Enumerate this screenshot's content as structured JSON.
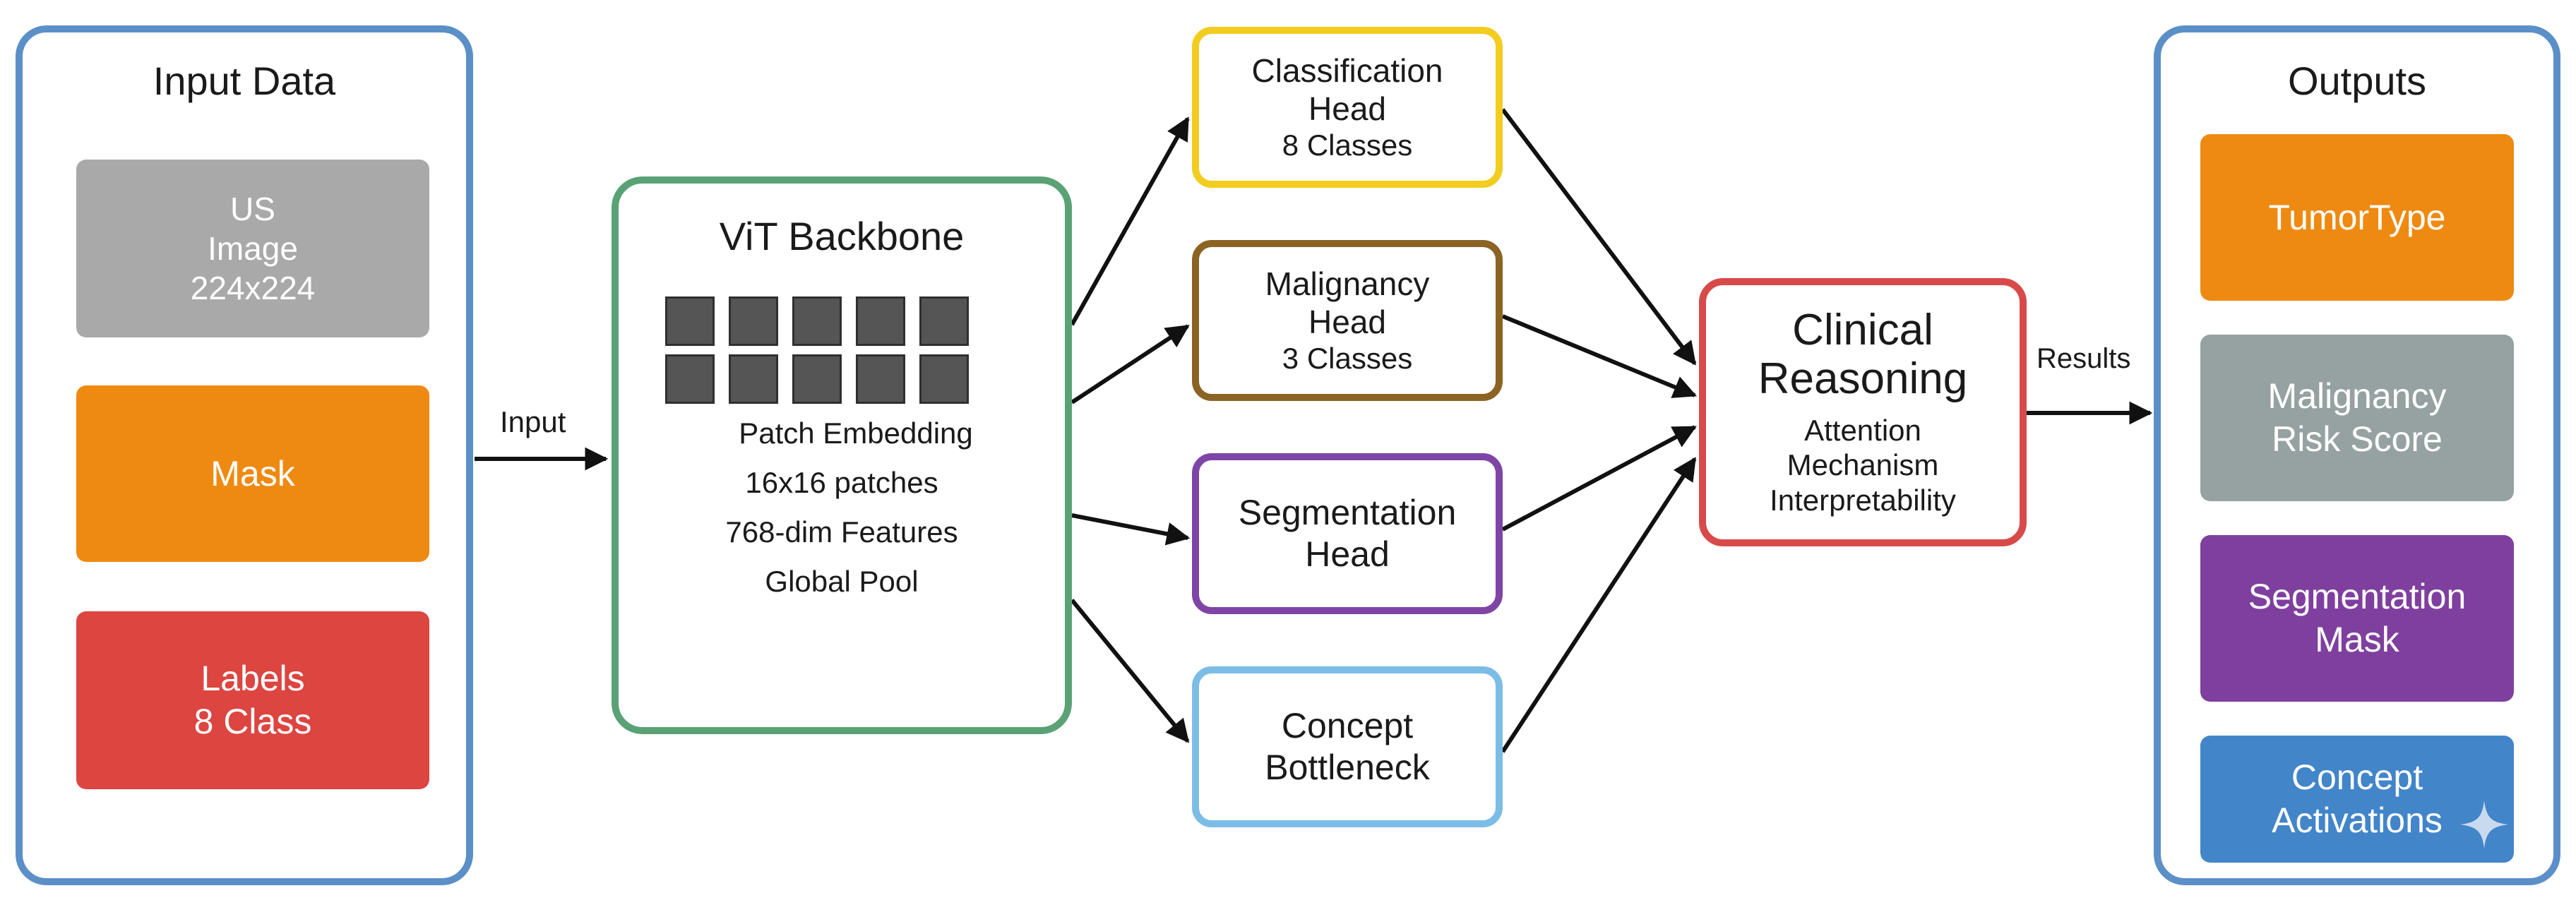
{
  "input_panel": {
    "title": "Input Data",
    "tiles": [
      {
        "lines": [
          "US",
          "Image",
          "224x224"
        ],
        "color": "#a9a9a9"
      },
      {
        "lines": [
          "Mask"
        ],
        "color": "#ee8a12"
      },
      {
        "lines": [
          "Labels",
          "8 Class"
        ],
        "color": "#dc4540"
      }
    ]
  },
  "edges": {
    "input_label": "Input",
    "results_label": "Results"
  },
  "backbone": {
    "title": "ViT Backbone",
    "patch_rows": 2,
    "patch_cols": 5,
    "lines": [
      "Patch Embedding",
      "16x16 patches",
      "768-dim Features",
      "Global Pool"
    ],
    "border_color": "#5aa276"
  },
  "heads": [
    {
      "lines": [
        "Classification",
        "Head",
        "8 Classes"
      ],
      "border_color": "#f2cc1f"
    },
    {
      "lines": [
        "Malignancy",
        "Head",
        "3 Classes"
      ],
      "border_color": "#8b6424"
    },
    {
      "lines": [
        "Segmentation",
        "Head"
      ],
      "border_color": "#7e45a6"
    },
    {
      "lines": [
        "Concept",
        "Bottleneck"
      ],
      "border_color": "#7bbde6"
    }
  ],
  "clinical": {
    "title_lines": [
      "Clinical",
      "Reasoning"
    ],
    "sub_lines": [
      "Attention",
      "Mechanism",
      "Interpretability"
    ],
    "border_color": "#d84a4a"
  },
  "output_panel": {
    "title": "Outputs",
    "tiles": [
      {
        "lines": [
          "TumorType"
        ],
        "color": "#ee8a12"
      },
      {
        "lines": [
          "Malignancy",
          "Risk Score"
        ],
        "color": "#96a1a2"
      },
      {
        "lines": [
          "Segmentation",
          "Mask"
        ],
        "color": "#7f3f9f"
      },
      {
        "lines": [
          "Concept",
          "Activations"
        ],
        "color": "#4285c9"
      }
    ]
  },
  "colors": {
    "panel_border": "#5b8fc7",
    "arrow": "#111111"
  }
}
